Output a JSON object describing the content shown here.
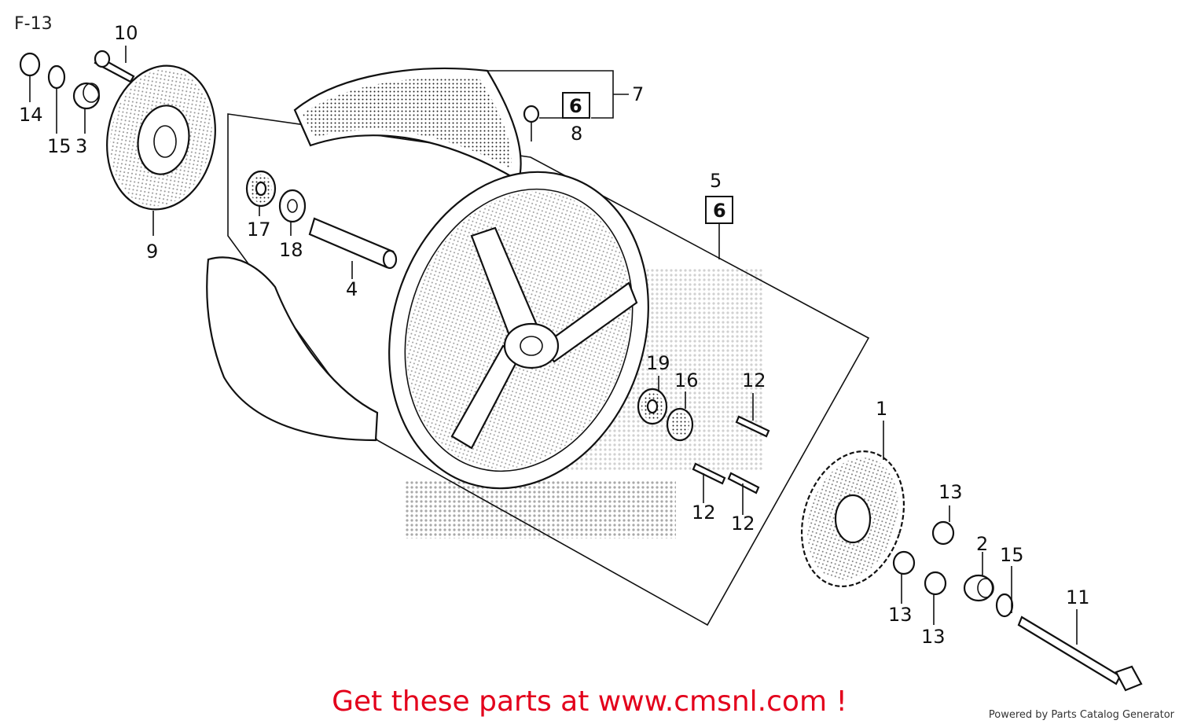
{
  "title": "F-13",
  "cta": "Get these parts at www.cmsnl.com !",
  "credit": "Powered by Parts Catalog Generator",
  "watermark_color": "#9a9a9a",
  "cta_color": "#e3001b",
  "callouts": {
    "c1": "1",
    "c2": "2",
    "c3": "3",
    "c4": "4",
    "c5": "5",
    "c6a": "6",
    "c6b": "6",
    "c7": "7",
    "c8": "8",
    "c9": "9",
    "c10": "10",
    "c11": "11",
    "c12a": "12",
    "c12b": "12",
    "c12c": "12",
    "c13a": "13",
    "c13b": "13",
    "c13c": "13",
    "c14": "14",
    "c15a": "15",
    "c15b": "15",
    "c16": "16",
    "c17": "17",
    "c18": "18",
    "c19": "19"
  }
}
